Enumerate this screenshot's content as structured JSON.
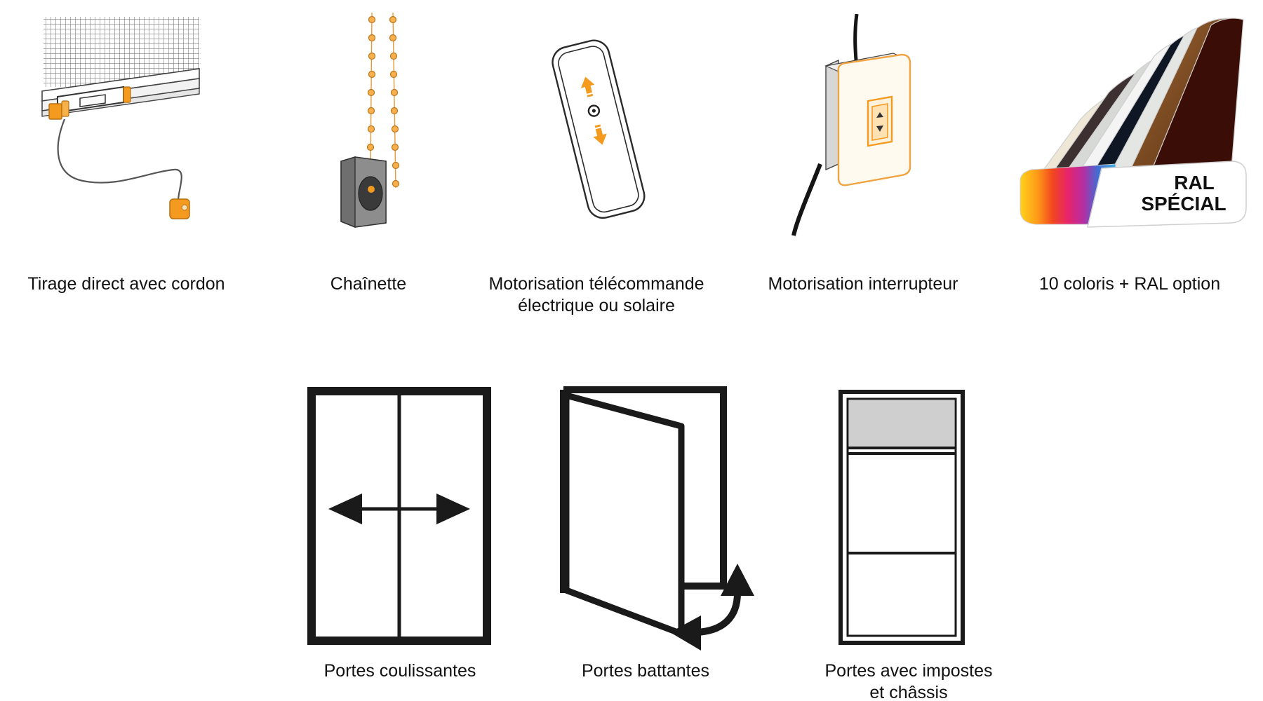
{
  "colors": {
    "accent_orange": "#f39a1f",
    "stroke_dark": "#1a1a1a",
    "swatch_dark_brown": "#3a0d06",
    "swatch_wood": "#8a5a2b"
  },
  "features": [
    {
      "icon": "cord-pull-icon",
      "label": "Tirage direct avec cordon"
    },
    {
      "icon": "bead-chain-icon",
      "label": "Chaînette"
    },
    {
      "icon": "remote-control-icon",
      "label_line1": "Motorisation télécommande",
      "label_line2": "électrique ou solaire"
    },
    {
      "icon": "wall-switch-icon",
      "label": "Motorisation interrupteur"
    },
    {
      "icon": "color-swatch-fan-icon",
      "label": "10 coloris + RAL option",
      "badge_line1": "RAL",
      "badge_line2": "SPÉCIAL"
    }
  ],
  "door_types": [
    {
      "icon": "sliding-door-icon",
      "label": "Portes coulissantes"
    },
    {
      "icon": "hinged-door-icon",
      "label": "Portes battantes"
    },
    {
      "icon": "transom-door-icon",
      "label_line1": "Portes avec impostes",
      "label_line2": "et châssis"
    }
  ]
}
